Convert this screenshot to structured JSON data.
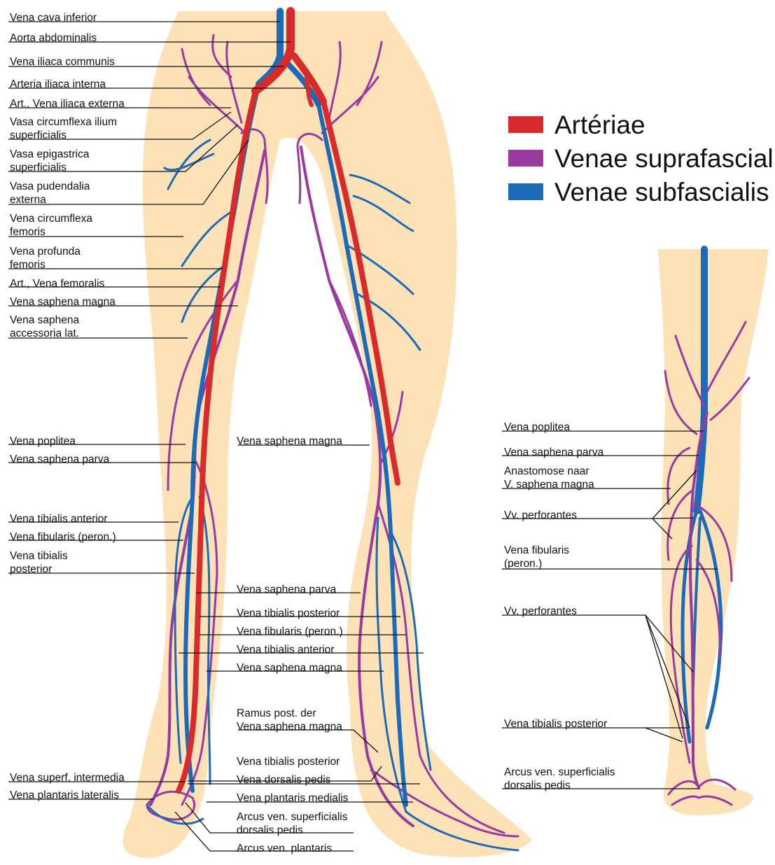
{
  "legend": {
    "items": [
      {
        "label": "Artériae",
        "color": "#d92b2b"
      },
      {
        "label": "Venae suprafascialis",
        "color": "#9a3aa0"
      },
      {
        "label": "Venae subfascialis",
        "color": "#1c6ab8"
      }
    ]
  },
  "colors": {
    "skin": "#fde2b8",
    "artery": "#d92b2b",
    "vein_superficial": "#9a3aa0",
    "vein_deep": "#1c6ab8"
  },
  "left_labels": [
    [
      "Vena cava inferior"
    ],
    [
      "Aorta abdominalis"
    ],
    [
      "Vena iliaca communis"
    ],
    [
      "Arteria iliaca interna"
    ],
    [
      "Art., Vena iliaca externa"
    ],
    [
      "Vasa circumflexa ilium",
      "superficialis"
    ],
    [
      "Vasa epigastrica",
      "superficialis"
    ],
    [
      "Vasa pudendalia",
      "externa"
    ],
    [
      "Vena circumflexa",
      "femoris"
    ],
    [
      "Vena profunda",
      "femoris"
    ],
    [
      "Art., Vena femoralis"
    ],
    [
      "Vena saphena magna"
    ],
    [
      "Vena saphena",
      "accessoria lat."
    ],
    [
      "Vena poplitea"
    ],
    [
      "Vena saphena parva"
    ],
    [
      "Vena tibialis anterior"
    ],
    [
      "Vena fibularis (peron.)"
    ],
    [
      "Vena tibialis",
      "posterior"
    ],
    [
      "Vena superf. intermedia"
    ],
    [
      "Vena plantaris lateralis"
    ]
  ],
  "center_labels": [
    [
      "Vena saphena magna"
    ],
    [
      "Vena saphena parva"
    ],
    [
      "Vena tibialis posterior"
    ],
    [
      "Vena fibularis (peron.)"
    ],
    [
      "Vena tibialis anterior"
    ],
    [
      "Vena saphena magna"
    ],
    [
      "Ramus post. der",
      "Vena saphena magna"
    ],
    [
      "Vena tibialis posterior"
    ],
    [
      "Vena dorsalis pedis"
    ],
    [
      "Vena plantaris medialis"
    ],
    [
      "Arcus ven. superficialis",
      "dorsalis pedis"
    ],
    [
      "Arcus ven. plantaris"
    ]
  ],
  "right_labels": [
    [
      "Vena poplitea"
    ],
    [
      "Vena saphena parva"
    ],
    [
      "Anastomose naar",
      "V. saphena magna"
    ],
    [
      "Vv. perforantes"
    ],
    [
      "Vena fibularis",
      "(peron.)"
    ],
    [
      "Vv. perforantes"
    ],
    [
      "Vena tibialis posterior"
    ],
    [
      "Arcus ven. superficialis",
      "dorsalis pedis"
    ]
  ]
}
